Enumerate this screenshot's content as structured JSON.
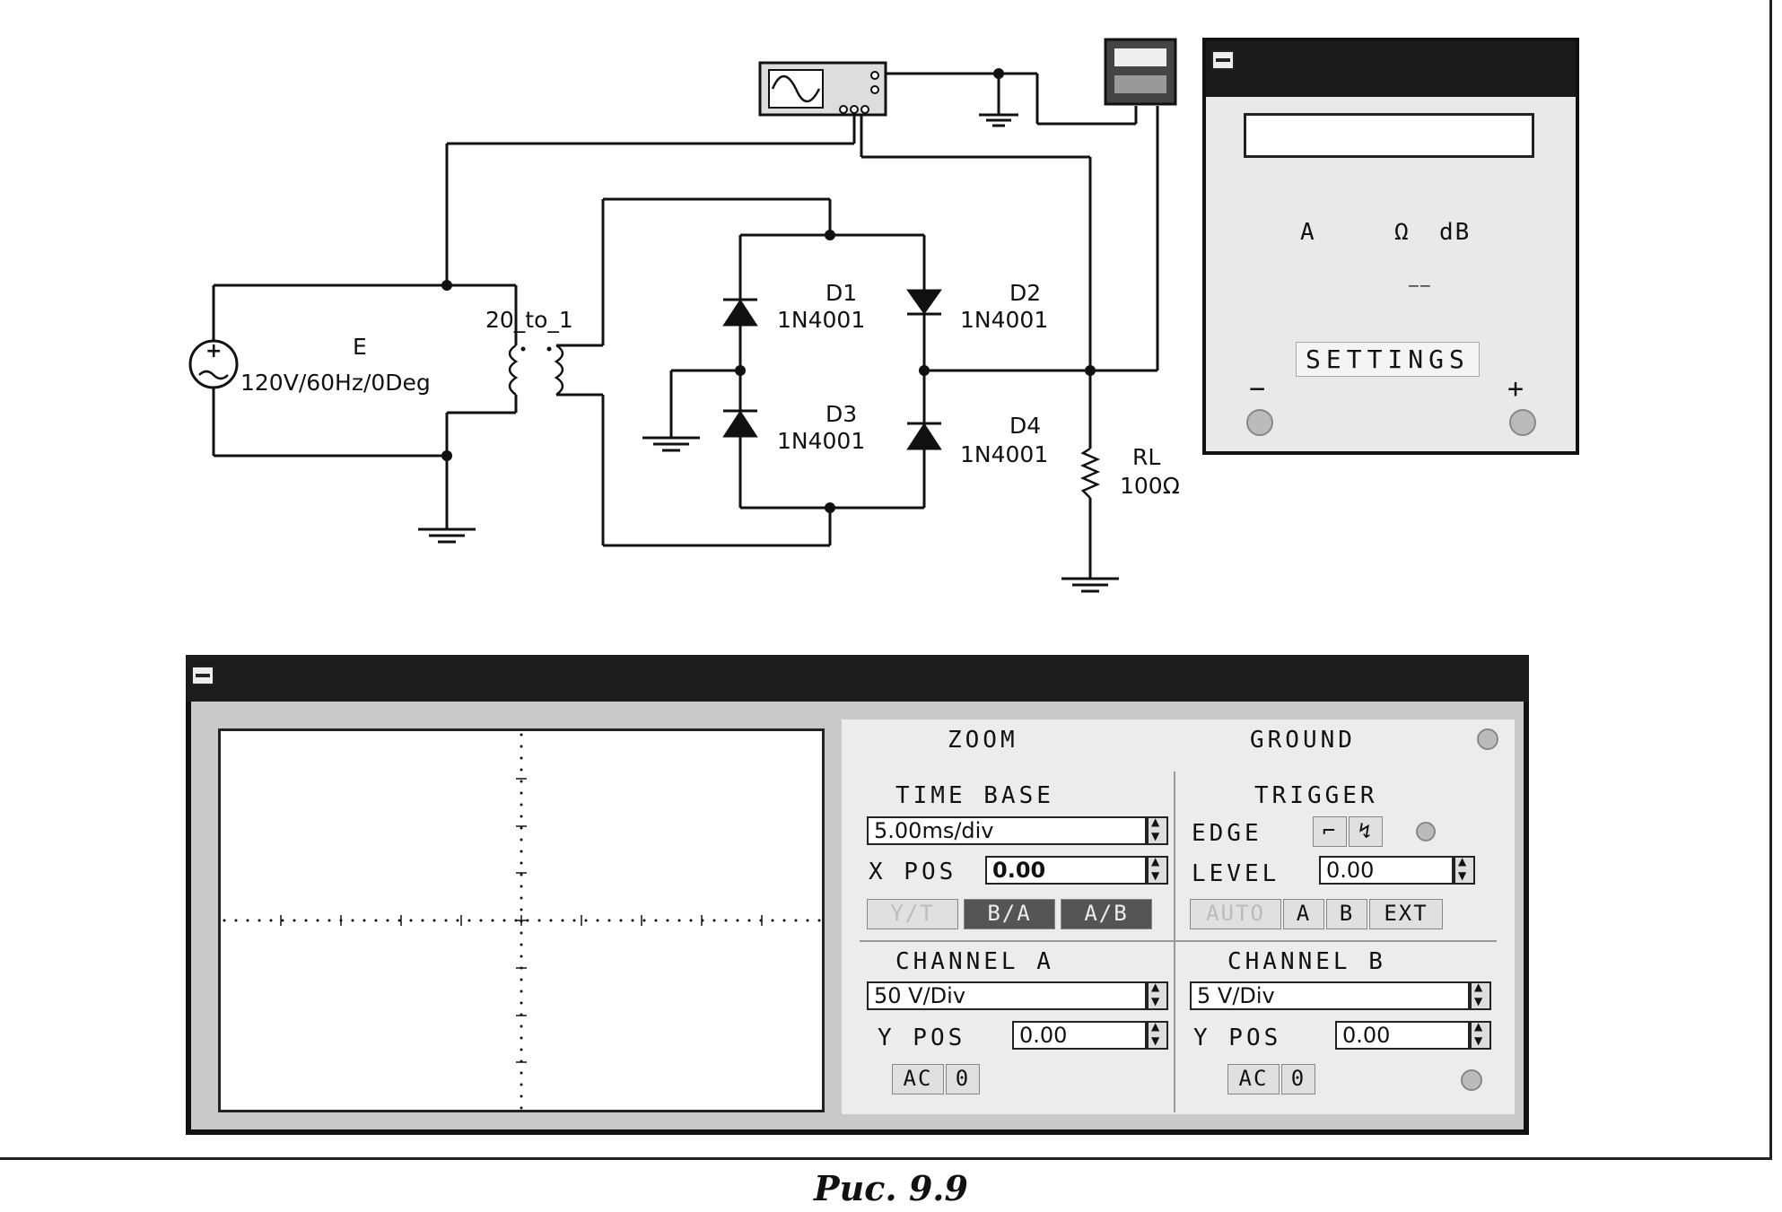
{
  "schematic": {
    "source": {
      "name": "E",
      "params": "120V/60Hz/0Deg",
      "symbol": "+"
    },
    "transformer": {
      "name": "20_to_1"
    },
    "diodes": [
      {
        "name": "D1",
        "model": "1N4001"
      },
      {
        "name": "D2",
        "model": "1N4001"
      },
      {
        "name": "D3",
        "model": "1N4001"
      },
      {
        "name": "D4",
        "model": "1N4001"
      }
    ],
    "load": {
      "name": "RL",
      "value": "100Ω"
    }
  },
  "multimeter": {
    "modes": {
      "amps": "A",
      "ohms": "Ω",
      "db": "dB"
    },
    "dash": "——",
    "settings_label": "SETTINGS",
    "minus": "−",
    "plus": "+"
  },
  "oscilloscope": {
    "zoom_label": "ZOOM",
    "ground_label": "GROUND",
    "time_base": {
      "title": "TIME BASE",
      "value": "5.00ms/div",
      "xpos_label": "X POS",
      "xpos_value": "0.00",
      "mode_buttons": [
        "Y/T",
        "B/A",
        "A/B"
      ]
    },
    "trigger": {
      "title": "TRIGGER",
      "edge_label": "EDGE",
      "level_label": "LEVEL",
      "level_value": "0.00",
      "source_buttons": [
        "AUTO",
        "A",
        "B",
        "EXT"
      ]
    },
    "channel_a": {
      "title": "CHANNEL A",
      "scale": "50 V/Div",
      "ypos_label": "Y POS",
      "ypos_value": "0.00",
      "coupling": [
        "AC",
        "0"
      ]
    },
    "channel_b": {
      "title": "CHANNEL B",
      "scale": "5 V/Div",
      "ypos_label": "Y POS",
      "ypos_value": "0.00",
      "coupling": [
        "AC",
        "0"
      ]
    }
  },
  "caption": "Рис. 9.9"
}
